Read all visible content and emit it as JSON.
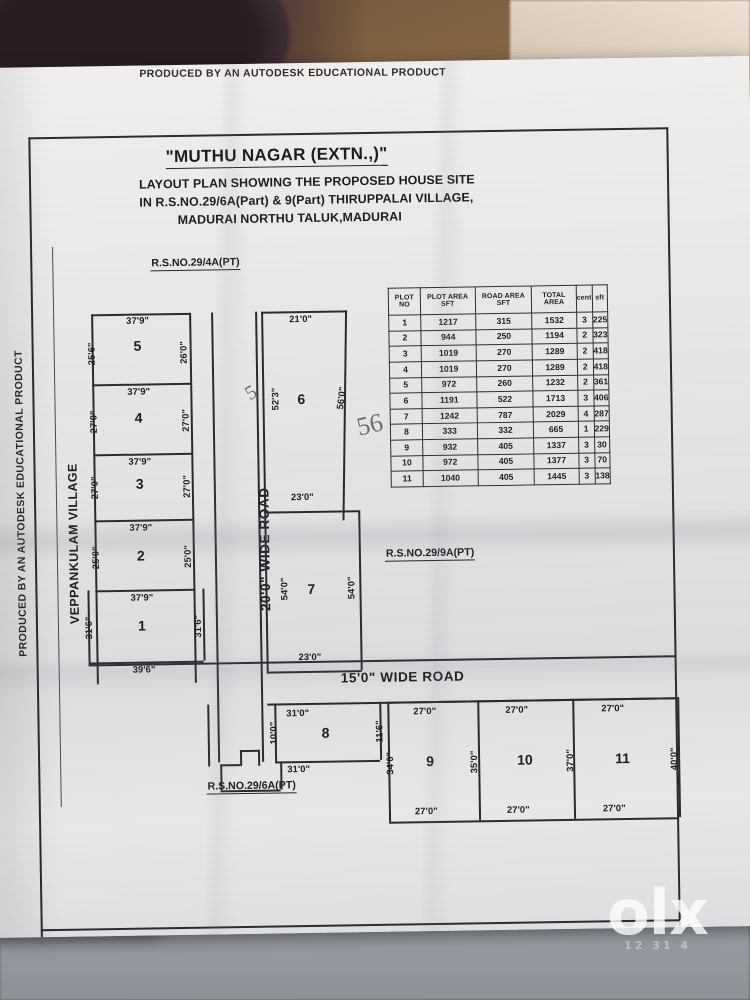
{
  "photo": {
    "watermark": "olx",
    "watermark_sub": "12 31 4"
  },
  "autodesk_banner": {
    "top": "PRODUCED BY AN AUTODESK EDUCATIONAL PRODUCT",
    "left": "PRODUCED BY AN AUTODESK EDUCATIONAL PRODUCT"
  },
  "title_block": {
    "title": "\"MUTHU NAGAR (EXTN.,)\"",
    "line1": "LAYOUT PLAN SHOWING THE PROPOSED HOUSE SITE",
    "line2": "IN R.S.NO.29/6A(Part) & 9(Part) THIRUPPALAI VILLAGE,",
    "line3": "MADURAI NORTHU TALUK,MADURAI"
  },
  "survey_labels": {
    "top_left": "R.S.NO.29/4A(PT)",
    "right_mid": "R.S.NO.29/9A(PT)",
    "bottom_left": "R.S.NO.29/6A(PT)"
  },
  "boundary_labels": {
    "west_village": "VEPPANKULAM VILLAGE"
  },
  "roads": {
    "vertical": "20'0\" WIDE ROAD",
    "horizontal": "15'0\" WIDE ROAD"
  },
  "plots": [
    {
      "no": "1",
      "top": "37'9\"",
      "bottom": "39'6\"",
      "left": "31'6\"",
      "right": "31'6\""
    },
    {
      "no": "2",
      "top": "37'9\"",
      "bottom": "37'9\"",
      "left": "25'0\"",
      "right": "25'0\""
    },
    {
      "no": "3",
      "top": "37'9\"",
      "bottom": "37'9\"",
      "left": "27'0\"",
      "right": "27'0\""
    },
    {
      "no": "4",
      "top": "37'9\"",
      "bottom": "37'9\"",
      "left": "27'0\"",
      "right": "27'0\""
    },
    {
      "no": "5",
      "top": "37'9\"",
      "bottom": "37'9\"",
      "left": "25'6\"",
      "right": "26'0\""
    },
    {
      "no": "6",
      "top": "21'0\"",
      "bottom": "23'0\"",
      "left": "52'3\"",
      "right": "56'0\""
    },
    {
      "no": "7",
      "top": "23'0\"",
      "bottom": "23'0\"",
      "left": "54'0\"",
      "right": "54'0\""
    },
    {
      "no": "8",
      "top": "31'0\"",
      "bottom": "31'0\"",
      "left": "10'0\"",
      "right": "11'6\""
    },
    {
      "no": "9",
      "top": "27'0\"",
      "bottom": "27'0\"",
      "left": "34'0\"",
      "right": "35'0\""
    },
    {
      "no": "10",
      "top": "27'0\"",
      "bottom": "27'0\"",
      "left": "",
      "right": "37'0\""
    },
    {
      "no": "11",
      "top": "27'0\"",
      "bottom": "27'0\"",
      "left": "",
      "right": "40'0\""
    }
  ],
  "pencil_marks": [
    "56",
    "5"
  ],
  "schedule_table": {
    "headers": [
      "PLOT NO",
      "PLOT AREA SFT",
      "ROAD AREA SFT",
      "TOTAL AREA",
      "cent",
      "sft"
    ],
    "rows": [
      [
        "1",
        "1217",
        "315",
        "1532",
        "3",
        "225"
      ],
      [
        "2",
        "944",
        "250",
        "1194",
        "2",
        "323"
      ],
      [
        "3",
        "1019",
        "270",
        "1289",
        "2",
        "418"
      ],
      [
        "4",
        "1019",
        "270",
        "1289",
        "2",
        "418"
      ],
      [
        "5",
        "972",
        "260",
        "1232",
        "2",
        "361"
      ],
      [
        "6",
        "1191",
        "522",
        "1713",
        "3",
        "406"
      ],
      [
        "7",
        "1242",
        "787",
        "2029",
        "4",
        "287"
      ],
      [
        "8",
        "333",
        "332",
        "665",
        "1",
        "229"
      ],
      [
        "9",
        "932",
        "405",
        "1337",
        "3",
        "30"
      ],
      [
        "10",
        "972",
        "405",
        "1377",
        "3",
        "70"
      ],
      [
        "11",
        "1040",
        "405",
        "1445",
        "3",
        "138"
      ]
    ]
  }
}
